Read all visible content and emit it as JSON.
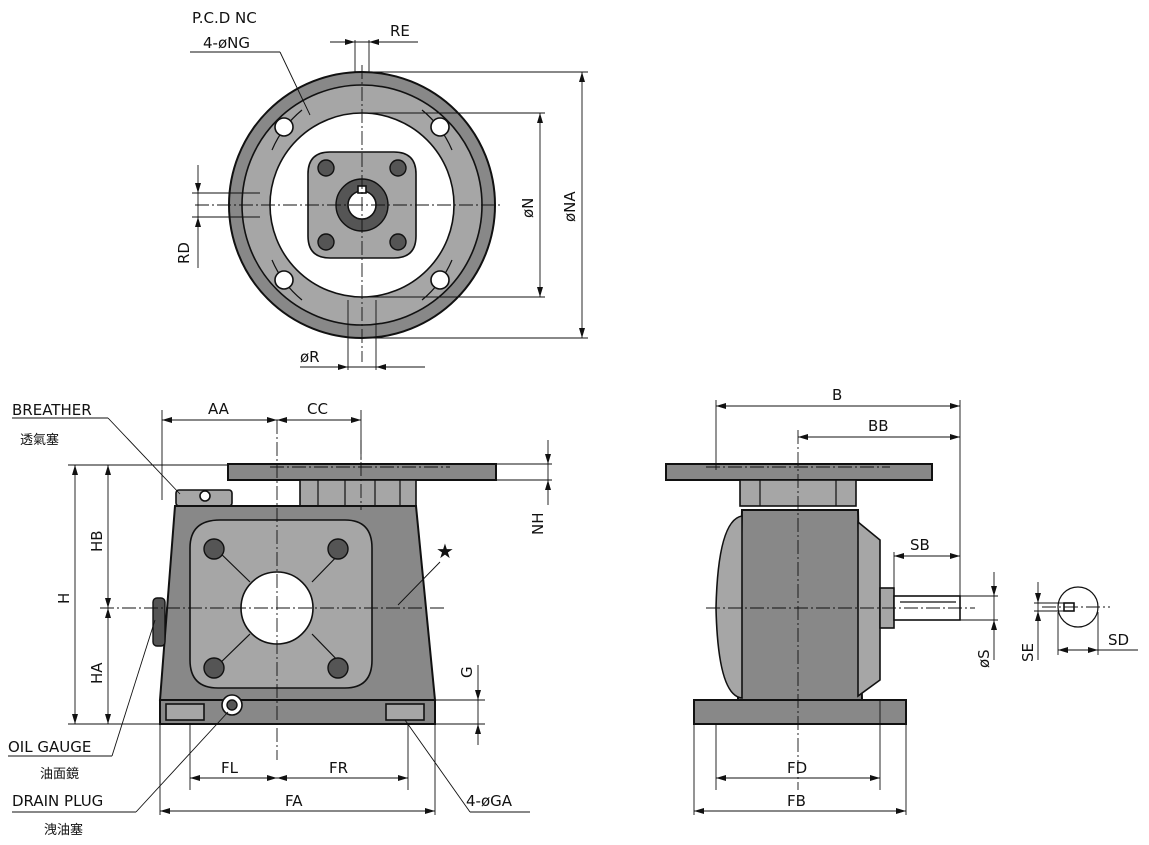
{
  "labels": {
    "pcd_nc": "P.C.D NC",
    "ng": "4-øNG",
    "re": "RE",
    "n": "øN",
    "na": "øNA",
    "rd": "RD",
    "r": "øR",
    "breather": "BREATHER",
    "breather_zh": "透氣塞",
    "aa": "AA",
    "cc": "CC",
    "hb": "HB",
    "h": "H",
    "ha": "HA",
    "nh": "NH",
    "star": "★",
    "g": "G",
    "oil_gauge": "OIL GAUGE",
    "oil_gauge_zh": "油面鏡",
    "drain_plug": "DRAIN PLUG",
    "drain_plug_zh": "洩油塞",
    "fl": "FL",
    "fr": "FR",
    "fa": "FA",
    "ga": "4-øGA",
    "b": "B",
    "bb": "BB",
    "sb": "SB",
    "s": "øS",
    "se": "SE",
    "sd": "SD",
    "fd": "FD",
    "fb": "FB"
  }
}
